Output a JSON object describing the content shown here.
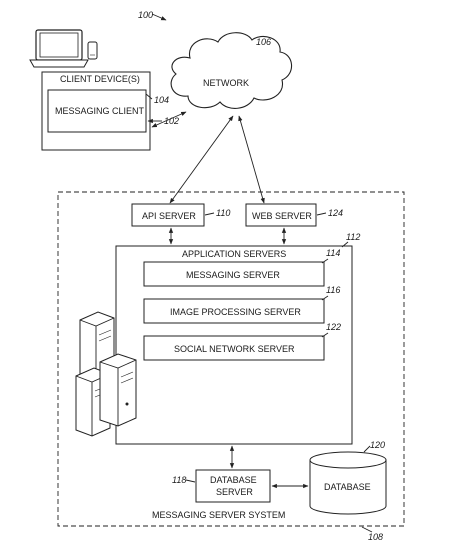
{
  "figure": {
    "ref_main": "100",
    "network": {
      "label": "NETWORK",
      "ref": "106"
    },
    "client": {
      "label": "CLIENT DEVICE(S)",
      "ref": "104",
      "messaging_client": {
        "label": "MESSAGING CLIENT",
        "ref": "102"
      }
    },
    "api_server": {
      "label": "API SERVER",
      "ref": "110"
    },
    "web_server": {
      "label": "WEB SERVER",
      "ref": "124"
    },
    "application_servers": {
      "label": "APPLICATION SERVERS",
      "ref": "112",
      "messaging_server": {
        "label": "MESSAGING SERVER",
        "ref": "114"
      },
      "image_processing_server": {
        "label": "IMAGE PROCESSING SERVER",
        "ref": "116"
      },
      "social_network_server": {
        "label": "SOCIAL NETWORK SERVER",
        "ref": "122"
      }
    },
    "database_server": {
      "label_line1": "DATABASE",
      "label_line2": "SERVER",
      "ref": "118"
    },
    "database": {
      "label": "DATABASE",
      "ref": "120"
    },
    "system": {
      "label": "MESSAGING SERVER SYSTEM",
      "ref": "108"
    }
  }
}
